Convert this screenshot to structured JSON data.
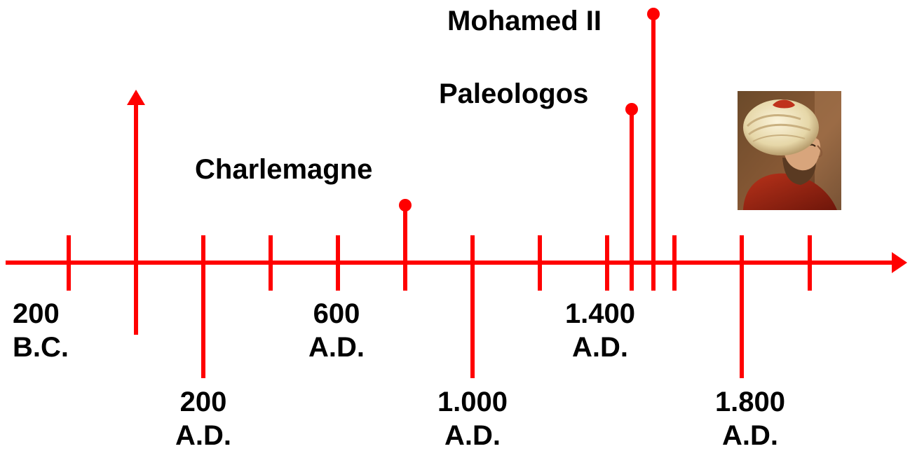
{
  "colors": {
    "timeline": "#ff0000",
    "text": "#000000"
  },
  "year_labels": [
    {
      "year": "200",
      "era": "B.C."
    },
    {
      "year": "200",
      "era": "A.D."
    },
    {
      "year": "600",
      "era": "A.D."
    },
    {
      "year": "1.000",
      "era": "A.D."
    },
    {
      "year": "1.400",
      "era": "A.D."
    },
    {
      "year": "1.800",
      "era": "A.D."
    }
  ],
  "events": [
    {
      "name": "Charlemagne"
    },
    {
      "name": "Paleologos"
    },
    {
      "name": "Mohamed II"
    }
  ],
  "portrait": {
    "subject": "Mohamed II portrait",
    "icon": "portrait-image"
  }
}
